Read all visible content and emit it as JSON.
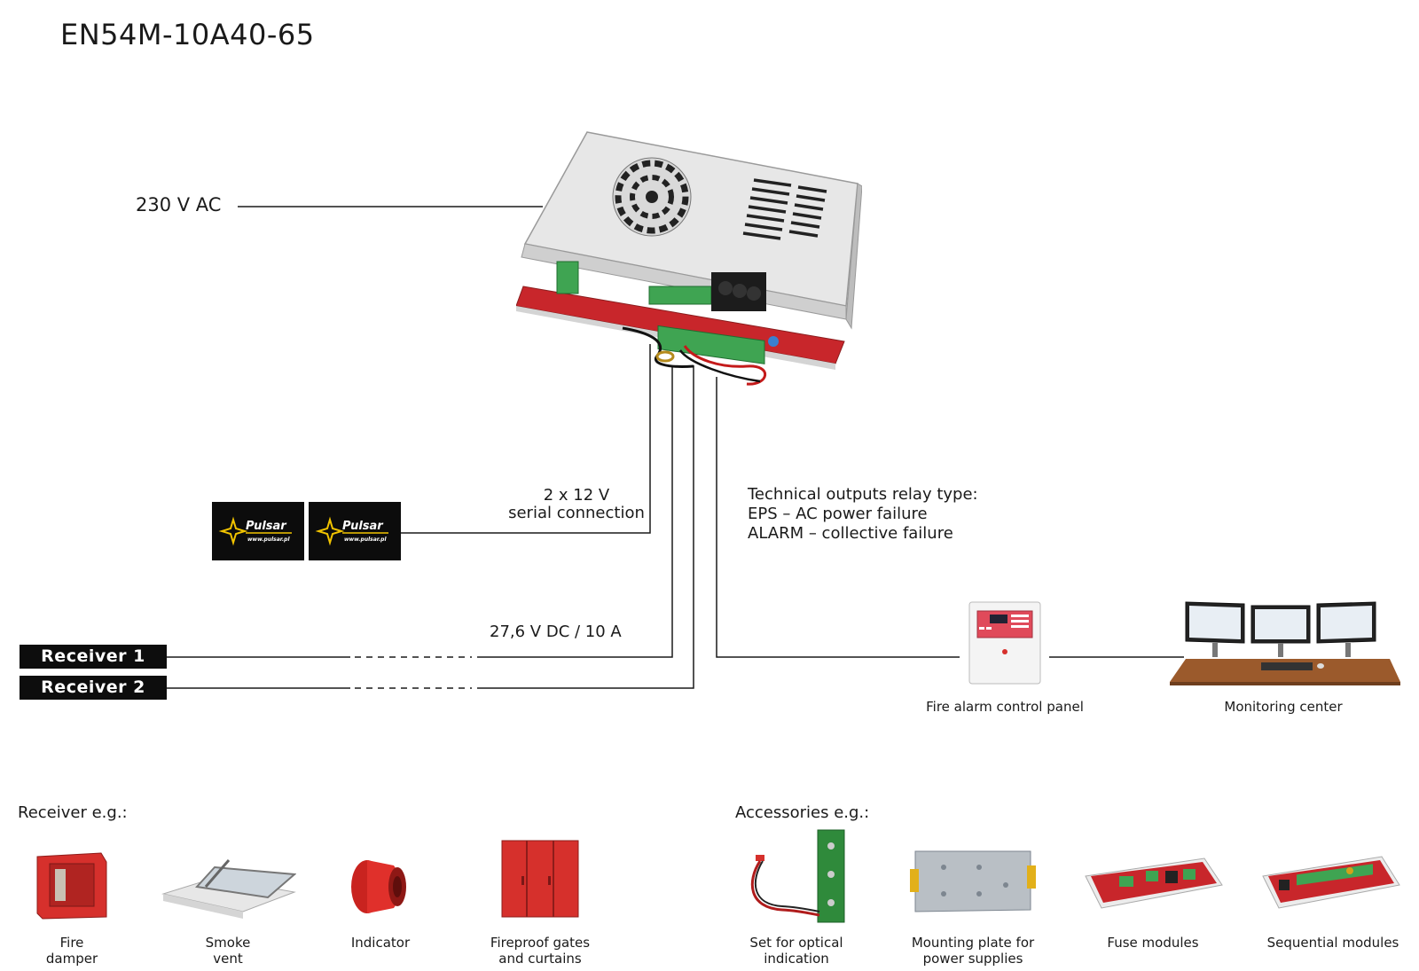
{
  "title": "EN54M-10A40-65",
  "power": {
    "ac_input_label": "230 V AC",
    "battery_label_line1": "2 x 12 V",
    "battery_label_line2": "serial connection",
    "dc_output_label": "27,6 V DC / 10 A"
  },
  "batteries": [
    {
      "brand": "Pulsar",
      "url": "www.pulsar.pl"
    },
    {
      "brand": "Pulsar",
      "url": "www.pulsar.pl"
    }
  ],
  "receivers": [
    {
      "label": "Receiver 1"
    },
    {
      "label": "Receiver 2"
    }
  ],
  "technical_outputs": {
    "line1": "Technical outputs relay type:",
    "line2": "EPS – AC power failure",
    "line3": "ALARM – collective failure"
  },
  "fire_panel_label": "Fire alarm control panel",
  "monitoring_label": "Monitoring center",
  "receiver_examples": {
    "heading": "Receiver e.g.:",
    "items": [
      {
        "line1": "Fire",
        "line2": "damper",
        "icon": "fire-damper-icon"
      },
      {
        "line1": "Smoke",
        "line2": "vent",
        "icon": "smoke-vent-icon"
      },
      {
        "line1": "Indicator",
        "line2": "",
        "icon": "indicator-icon"
      },
      {
        "line1": "Fireproof gates",
        "line2": "and curtains",
        "icon": "fireproof-gate-icon"
      }
    ]
  },
  "accessories": {
    "heading": "Accessories e.g.:",
    "items": [
      {
        "line1": "Set for optical",
        "line2": "indication",
        "icon": "optical-indication-set-icon"
      },
      {
        "line1": "Mounting plate for",
        "line2": "power supplies",
        "icon": "mounting-plate-icon"
      },
      {
        "line1": "Fuse modules",
        "line2": "",
        "icon": "fuse-module-icon"
      },
      {
        "line1": "Sequential modules",
        "line2": "",
        "icon": "sequential-module-icon"
      }
    ]
  },
  "colors": {
    "line": "#1a1a1a",
    "receiver_bg": "#0d0d0d",
    "pcb_red": "#c8262b",
    "terminal_green": "#3fa452",
    "fire_red": "#d6302c"
  }
}
